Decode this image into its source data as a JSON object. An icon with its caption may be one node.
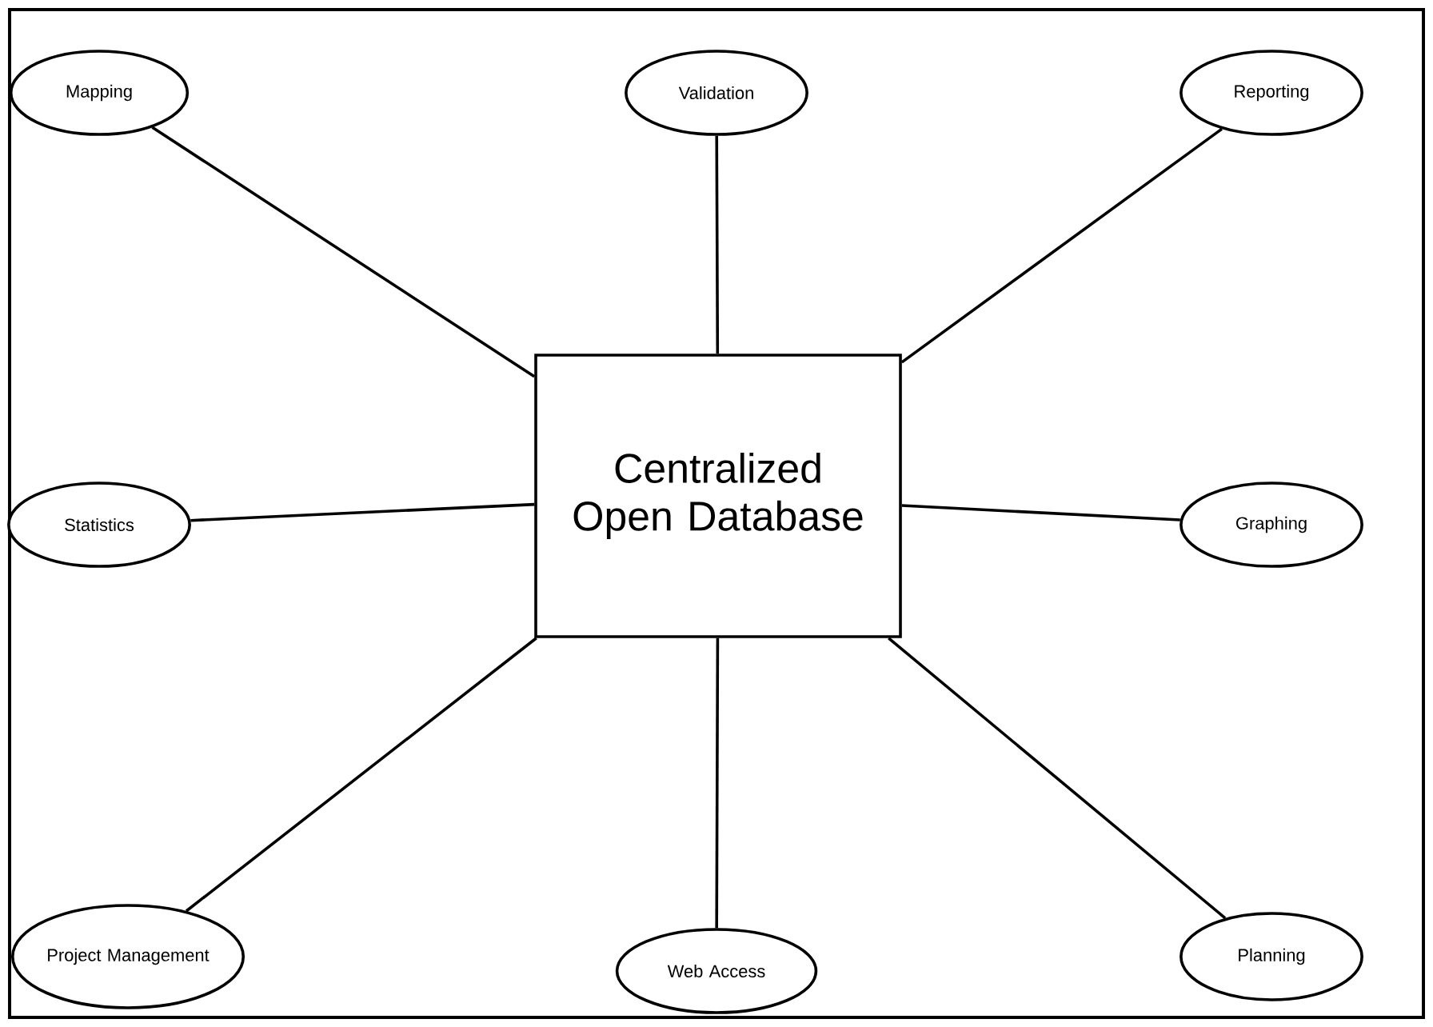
{
  "diagram": {
    "nodes": [
      {
        "text": [
          "Mapping"
        ]
      },
      {
        "text": [
          "Validation"
        ]
      },
      {
        "text": [
          "Reporting"
        ]
      },
      {
        "text": [
          "Statistics"
        ]
      },
      {
        "text": [
          "Centralized Open Database"
        ]
      },
      {
        "text": [
          "Graphing"
        ]
      },
      {
        "text": [
          "Project Management"
        ]
      },
      {
        "text": [
          "Web Access"
        ]
      },
      {
        "text": [
          "Planning"
        ]
      }
    ],
    "edges": [
      {
        "from": 4,
        "to": 0,
        "arrow": "none"
      },
      {
        "from": 4,
        "to": 1,
        "arrow": "none"
      },
      {
        "from": 4,
        "to": 2,
        "arrow": "none"
      },
      {
        "from": 4,
        "to": 3,
        "arrow": "none"
      },
      {
        "from": 4,
        "to": 5,
        "arrow": "none"
      },
      {
        "from": 4,
        "to": 6,
        "arrow": "none"
      },
      {
        "from": 4,
        "to": 7,
        "arrow": "none"
      },
      {
        "from": 4,
        "to": 8,
        "arrow": "none"
      }
    ]
  }
}
